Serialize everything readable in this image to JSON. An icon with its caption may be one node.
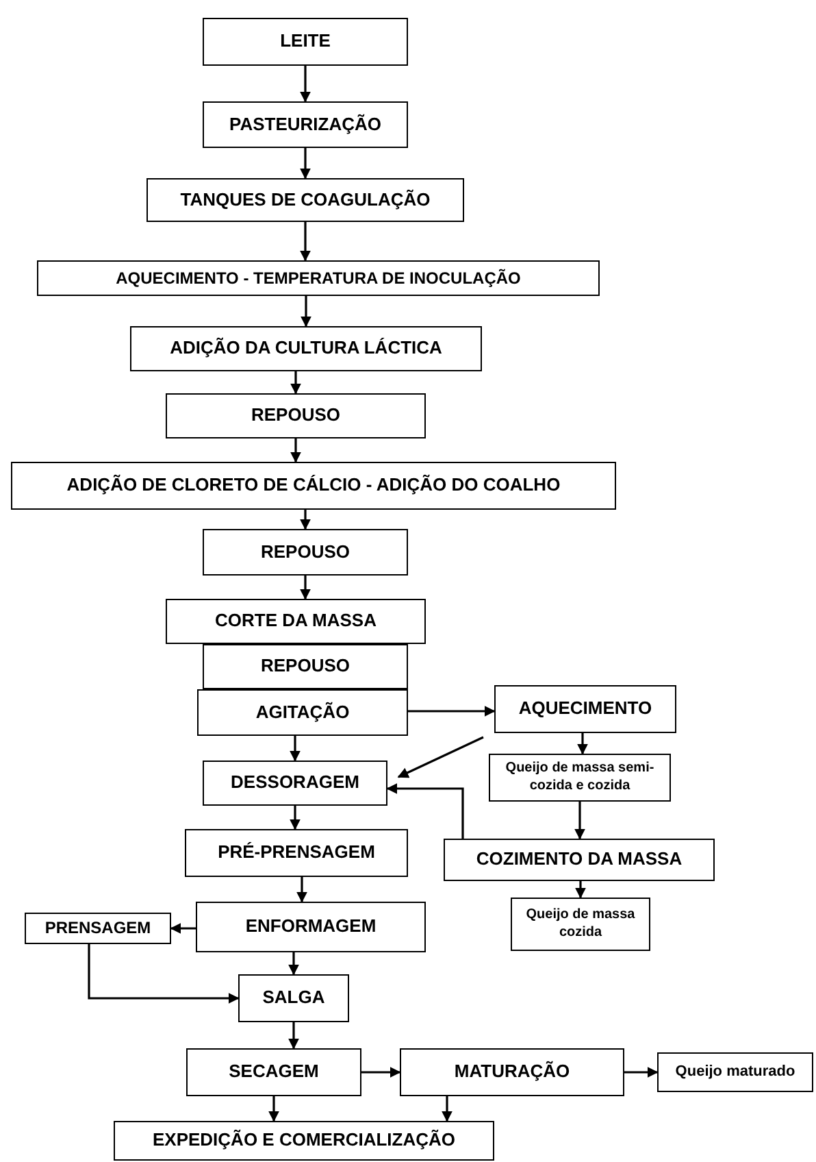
{
  "diagram": {
    "nodes": [
      {
        "text": [
          "LEITE"
        ]
      },
      {
        "text": [
          "PASTEURIZAÇÃO"
        ]
      },
      {
        "text": [
          "TANQUES DE COAGULAÇÃO"
        ]
      },
      {
        "text": [
          "AQUECIMENTO - TEMPERATURA DE INOCULAÇÃO"
        ]
      },
      {
        "text": [
          "ADIÇÃO DA CULTURA LÁCTICA"
        ]
      },
      {
        "text": [
          "REPOUSO"
        ]
      },
      {
        "text": [
          "ADIÇÃO DE CLORETO DE CÁLCIO - ADIÇÃO DO COALHO"
        ]
      },
      {
        "text": [
          "REPOUSO"
        ]
      },
      {
        "text": [
          "CORTE DA MASSA"
        ]
      },
      {
        "text": [
          "REPOUSO"
        ]
      },
      {
        "text": [
          "AGITAÇÃO"
        ]
      },
      {
        "text": [
          "AQUECIMENTO"
        ]
      },
      {
        "text": [
          "DESSORAGEM"
        ]
      },
      {
        "text": [
          "Queijo de massa semi-cozida e cozida"
        ]
      },
      {
        "text": [
          "PRÉ-PRENSAGEM"
        ]
      },
      {
        "text": [
          "COZIMENTO DA MASSA"
        ]
      },
      {
        "text": [
          "PRENSAGEM"
        ]
      },
      {
        "text": [
          "ENFORMAGEM"
        ]
      },
      {
        "text": [
          "Queijo de massa cozida"
        ]
      },
      {
        "text": [
          "SALGA"
        ]
      },
      {
        "text": [
          "SECAGEM"
        ]
      },
      {
        "text": [
          "MATURAÇÃO"
        ]
      },
      {
        "text": [
          "Queijo maturado"
        ]
      },
      {
        "text": [
          "EXPEDIÇÃO E COMERCIALIZAÇÃO"
        ]
      }
    ],
    "edges": [
      {
        "from": 0,
        "to": 1,
        "arrow": "to"
      },
      {
        "from": 1,
        "to": 2,
        "arrow": "to"
      },
      {
        "from": 2,
        "to": 3,
        "arrow": "to"
      },
      {
        "from": 3,
        "to": 4,
        "arrow": "to"
      },
      {
        "from": 4,
        "to": 5,
        "arrow": "to"
      },
      {
        "from": 5,
        "to": 6,
        "arrow": "to"
      },
      {
        "from": 6,
        "to": 7,
        "arrow": "to"
      },
      {
        "from": 7,
        "to": 8,
        "arrow": "to"
      },
      {
        "from": 10,
        "to": 11,
        "arrow": "to"
      },
      {
        "from": 11,
        "to": 12,
        "arrow": "to"
      },
      {
        "from": 10,
        "to": 12,
        "arrow": "to"
      },
      {
        "from": 11,
        "to": 13,
        "arrow": "to"
      },
      {
        "from": 13,
        "to": 15,
        "arrow": "to"
      },
      {
        "from": 15,
        "to": 12,
        "arrow": "to"
      },
      {
        "from": 12,
        "to": 14,
        "arrow": "to"
      },
      {
        "from": 14,
        "to": 17,
        "arrow": "to"
      },
      {
        "from": 15,
        "to": 18,
        "arrow": "to"
      },
      {
        "from": 17,
        "to": 16,
        "arrow": "to"
      },
      {
        "from": 17,
        "to": 19,
        "arrow": "to"
      },
      {
        "from": 16,
        "to": 19,
        "arrow": "to"
      },
      {
        "from": 19,
        "to": 20,
        "arrow": "to"
      },
      {
        "from": 20,
        "to": 21,
        "arrow": "to"
      },
      {
        "from": 21,
        "to": 22,
        "arrow": "to"
      },
      {
        "from": 20,
        "to": 23,
        "arrow": "to"
      },
      {
        "from": 21,
        "to": 23,
        "arrow": "to"
      }
    ]
  }
}
